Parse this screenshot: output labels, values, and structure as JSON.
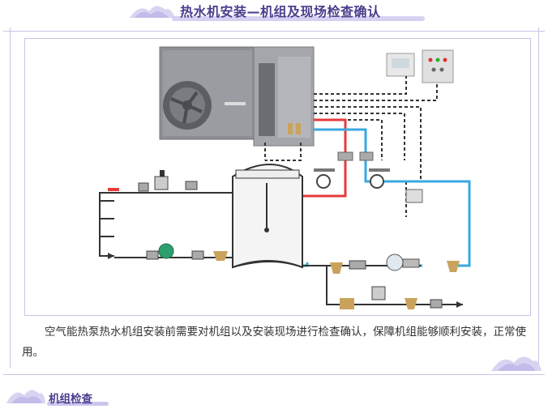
{
  "header": {
    "title": "热水机安装—机组及现场检查确认"
  },
  "paragraph": {
    "text": "空气能热泵热水机组安装前需要对机组以及安装现场进行检查确认，保障机组能够顺利安装，正常使用。"
  },
  "section": {
    "title": "机组检查"
  },
  "colors": {
    "accent": "#4a3d8c",
    "frame": "#c9c3e6",
    "hot_pipe": "#e63b3b",
    "cold_pipe": "#3aa8e0"
  }
}
